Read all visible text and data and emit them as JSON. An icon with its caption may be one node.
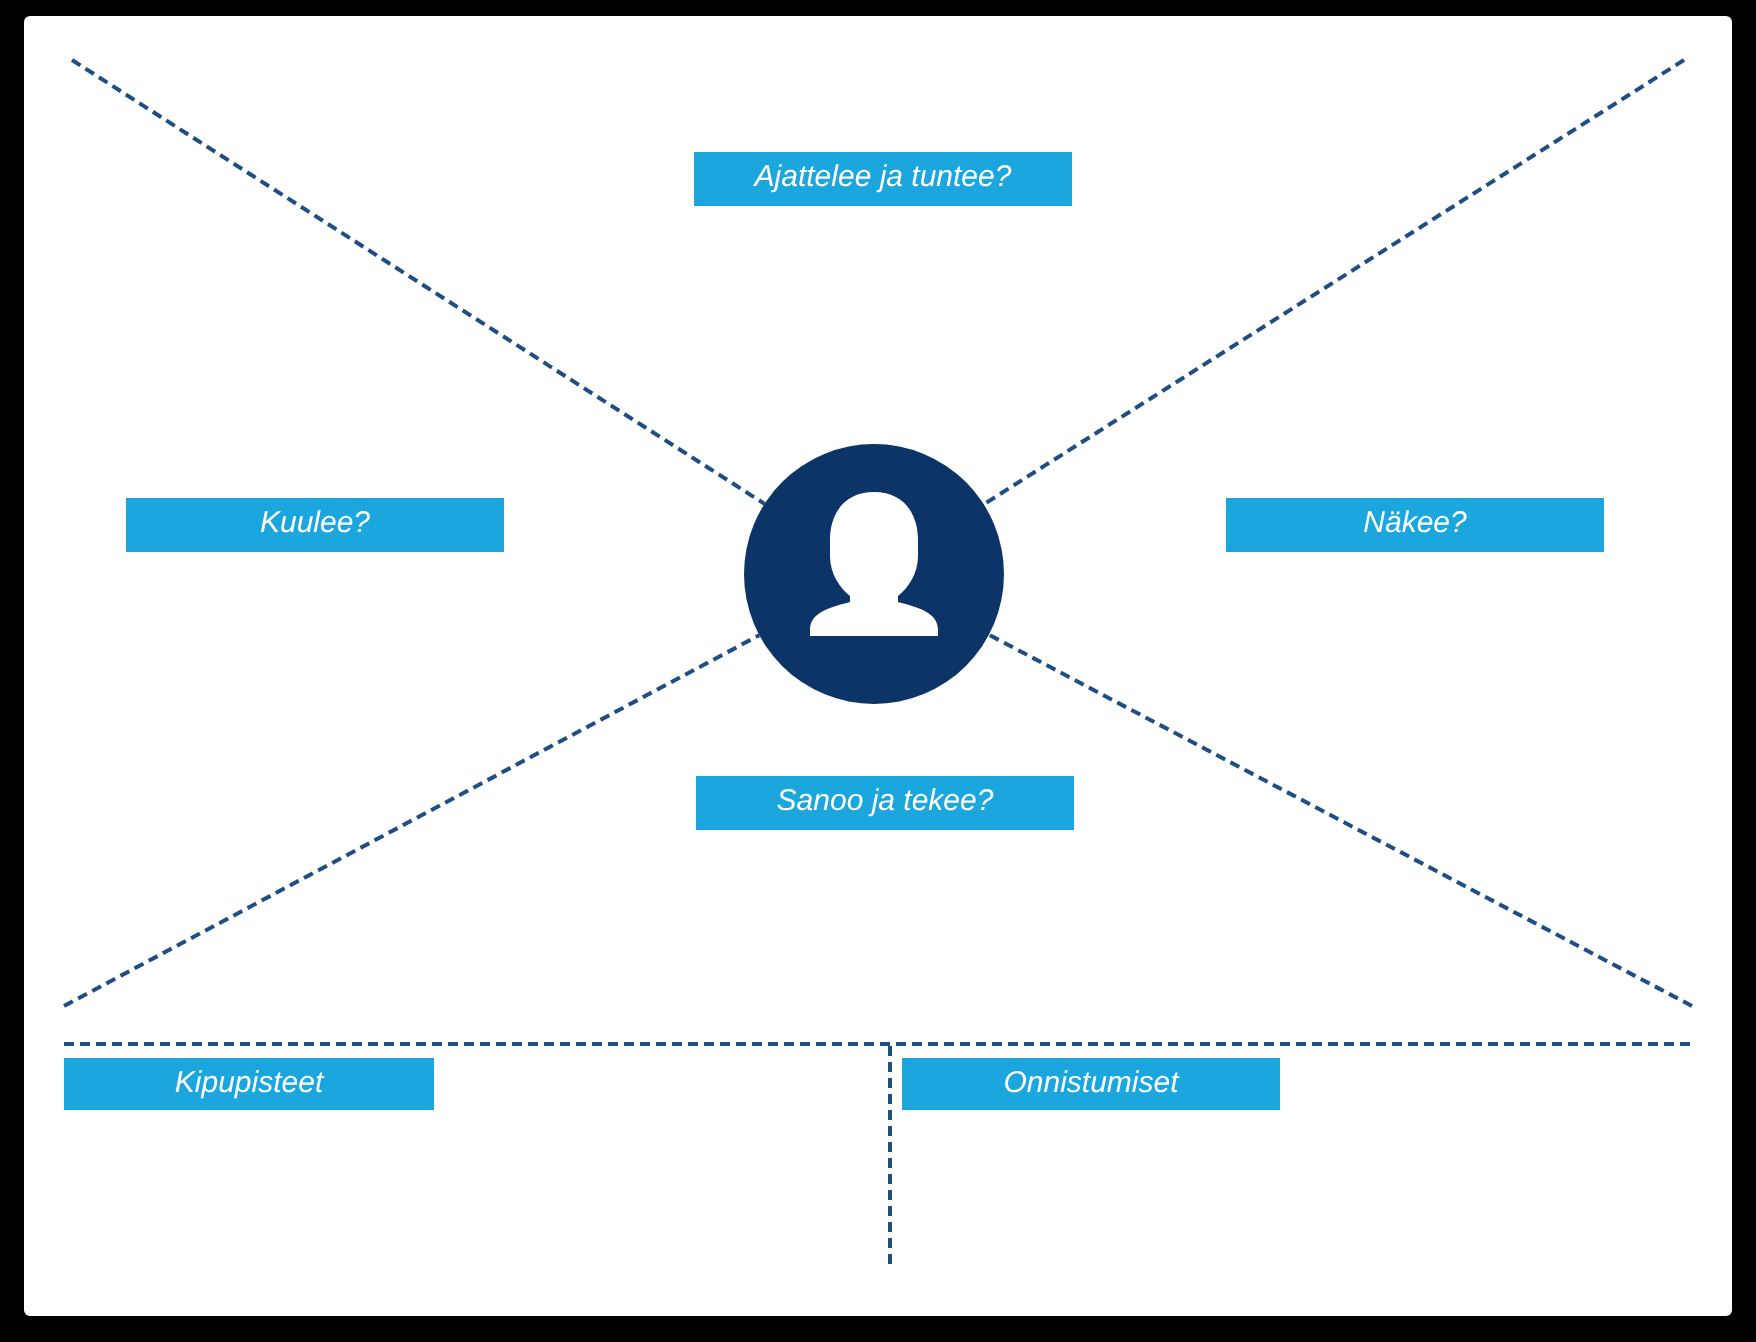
{
  "diagram": {
    "nodes": [
      {
        "text": [
          "Ajattelee ja tuntee?"
        ]
      },
      {
        "text": [
          "Kuulee?"
        ]
      },
      {
        "text": [
          "Näkee?"
        ]
      },
      {
        "text": [
          "Sanoo ja tekee?"
        ]
      },
      {
        "text": [
          "Kipupisteet"
        ]
      },
      {
        "text": [
          "Onnistumiset"
        ]
      }
    ]
  }
}
